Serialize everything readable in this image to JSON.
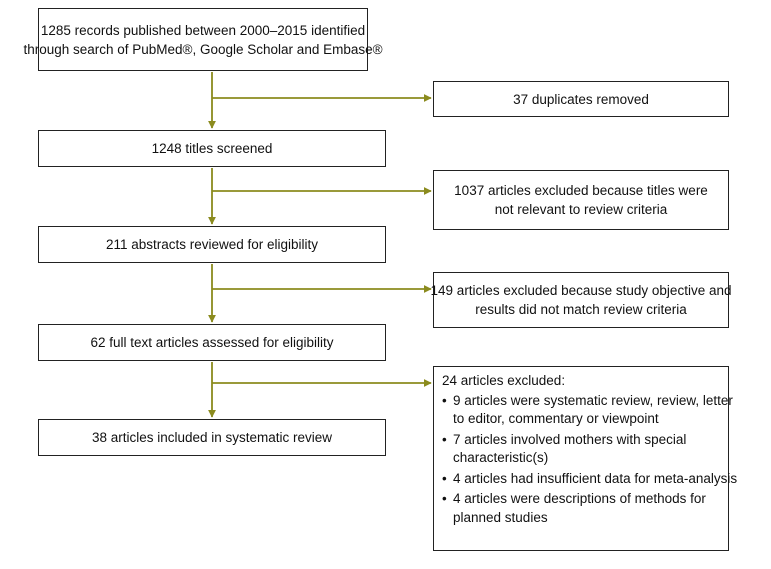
{
  "accent_color": "#8b8b1e",
  "main_boxes": [
    {
      "lines": [
        "1285 records published between 2000–2015 identified",
        "through search of PubMed®, Google Scholar and Embase®"
      ]
    },
    {
      "lines": [
        "1248 titles screened"
      ]
    },
    {
      "lines": [
        "211 abstracts reviewed for eligibility"
      ]
    },
    {
      "lines": [
        "62 full text articles assessed for eligibility"
      ]
    },
    {
      "lines": [
        "38 articles included in systematic review"
      ]
    }
  ],
  "side_boxes": [
    {
      "lines": [
        "37 duplicates removed"
      ]
    },
    {
      "lines": [
        "1037 articles excluded because titles were",
        "not relevant to review criteria"
      ]
    },
    {
      "lines": [
        "149 articles excluded because study objective and",
        "results did not match review criteria"
      ]
    }
  ],
  "exclusion_detail": {
    "header": "24 articles excluded:",
    "bullet_glyph": "•",
    "items": [
      {
        "lines": [
          "9 articles were systematic review, review, letter",
          "to editor, commentary or viewpoint"
        ]
      },
      {
        "lines": [
          "7 articles involved mothers with special",
          "characteristic(s)"
        ]
      },
      {
        "lines": [
          "4 articles had insufficient data for meta-analysis"
        ]
      },
      {
        "lines": [
          "4 articles were descriptions of methods for",
          "planned studies"
        ]
      }
    ]
  }
}
